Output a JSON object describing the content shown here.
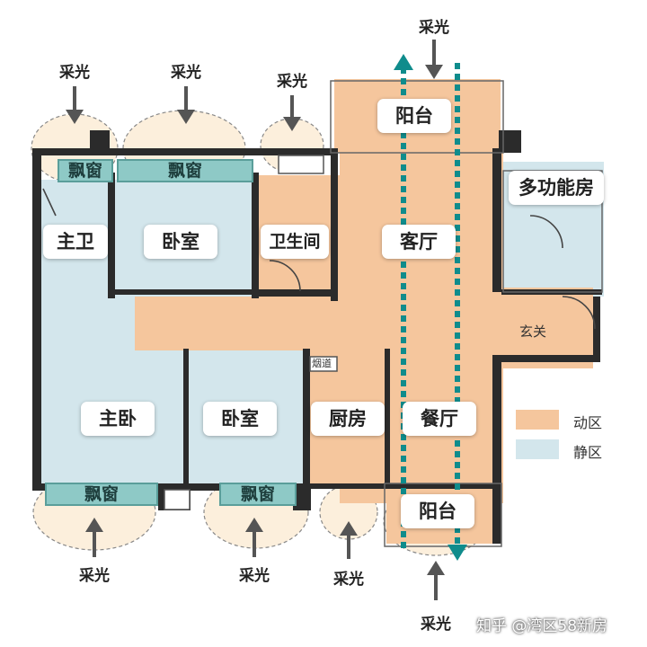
{
  "rooms": {
    "balcony_top": "阳台",
    "multi_room": "多功能房",
    "bay_window_1": "飘窗",
    "bay_window_2": "飘窗",
    "master_bath": "主卫",
    "bedroom_top": "卧室",
    "bathroom": "卫生间",
    "living_room": "客厅",
    "entrance": "玄关",
    "flue": "烟道",
    "master_bedroom": "主卧",
    "bedroom_bottom": "卧室",
    "kitchen": "厨房",
    "dining_room": "餐厅",
    "bay_window_3": "飘窗",
    "bay_window_4": "飘窗",
    "balcony_bottom": "阳台"
  },
  "daylight": {
    "label_1": "采光",
    "label_2": "采光",
    "label_3": "采光",
    "label_4": "采光",
    "label_5": "采光",
    "label_6": "采光",
    "label_7": "采光",
    "label_8": "采光"
  },
  "legend": {
    "active_zone": "动区",
    "quiet_zone": "静区",
    "active_color": "#f5c69d",
    "quiet_color": "#d3e6ec"
  },
  "watermark": "知乎 @湾区58新房"
}
